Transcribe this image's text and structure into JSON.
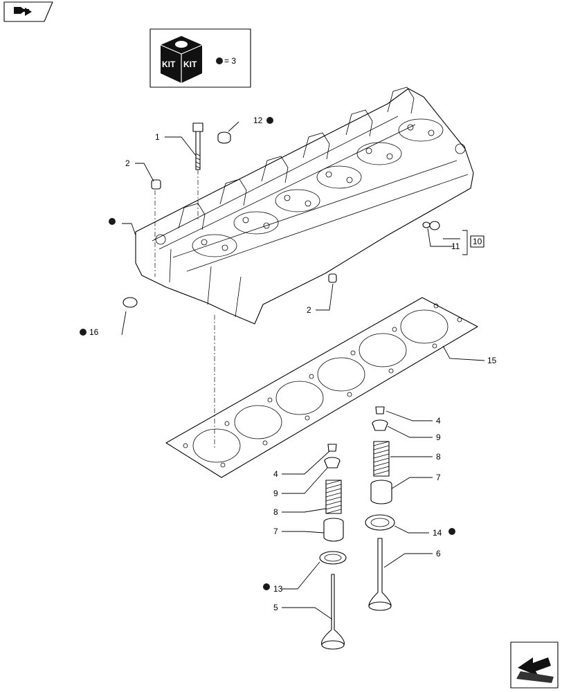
{
  "kit_legend": {
    "badge_text_left": "KIT",
    "badge_text_right": "KIT",
    "equals_text": "= 3"
  },
  "callouts": {
    "c1": "1",
    "c2a": "2",
    "c2b": "2",
    "c4a": "4",
    "c4b": "4",
    "c5": "5",
    "c6": "6",
    "c7a": "7",
    "c7b": "7",
    "c8a": "8",
    "c8b": "8",
    "c9a": "9",
    "c9b": "9",
    "c10": "10",
    "c11": "11",
    "c12": "12",
    "c13": "13",
    "c14": "14",
    "c15": "15",
    "c16": "16"
  },
  "icons": {
    "top_left": "book-arrow-icon",
    "bottom_right": "next-page-arrow-icon"
  }
}
